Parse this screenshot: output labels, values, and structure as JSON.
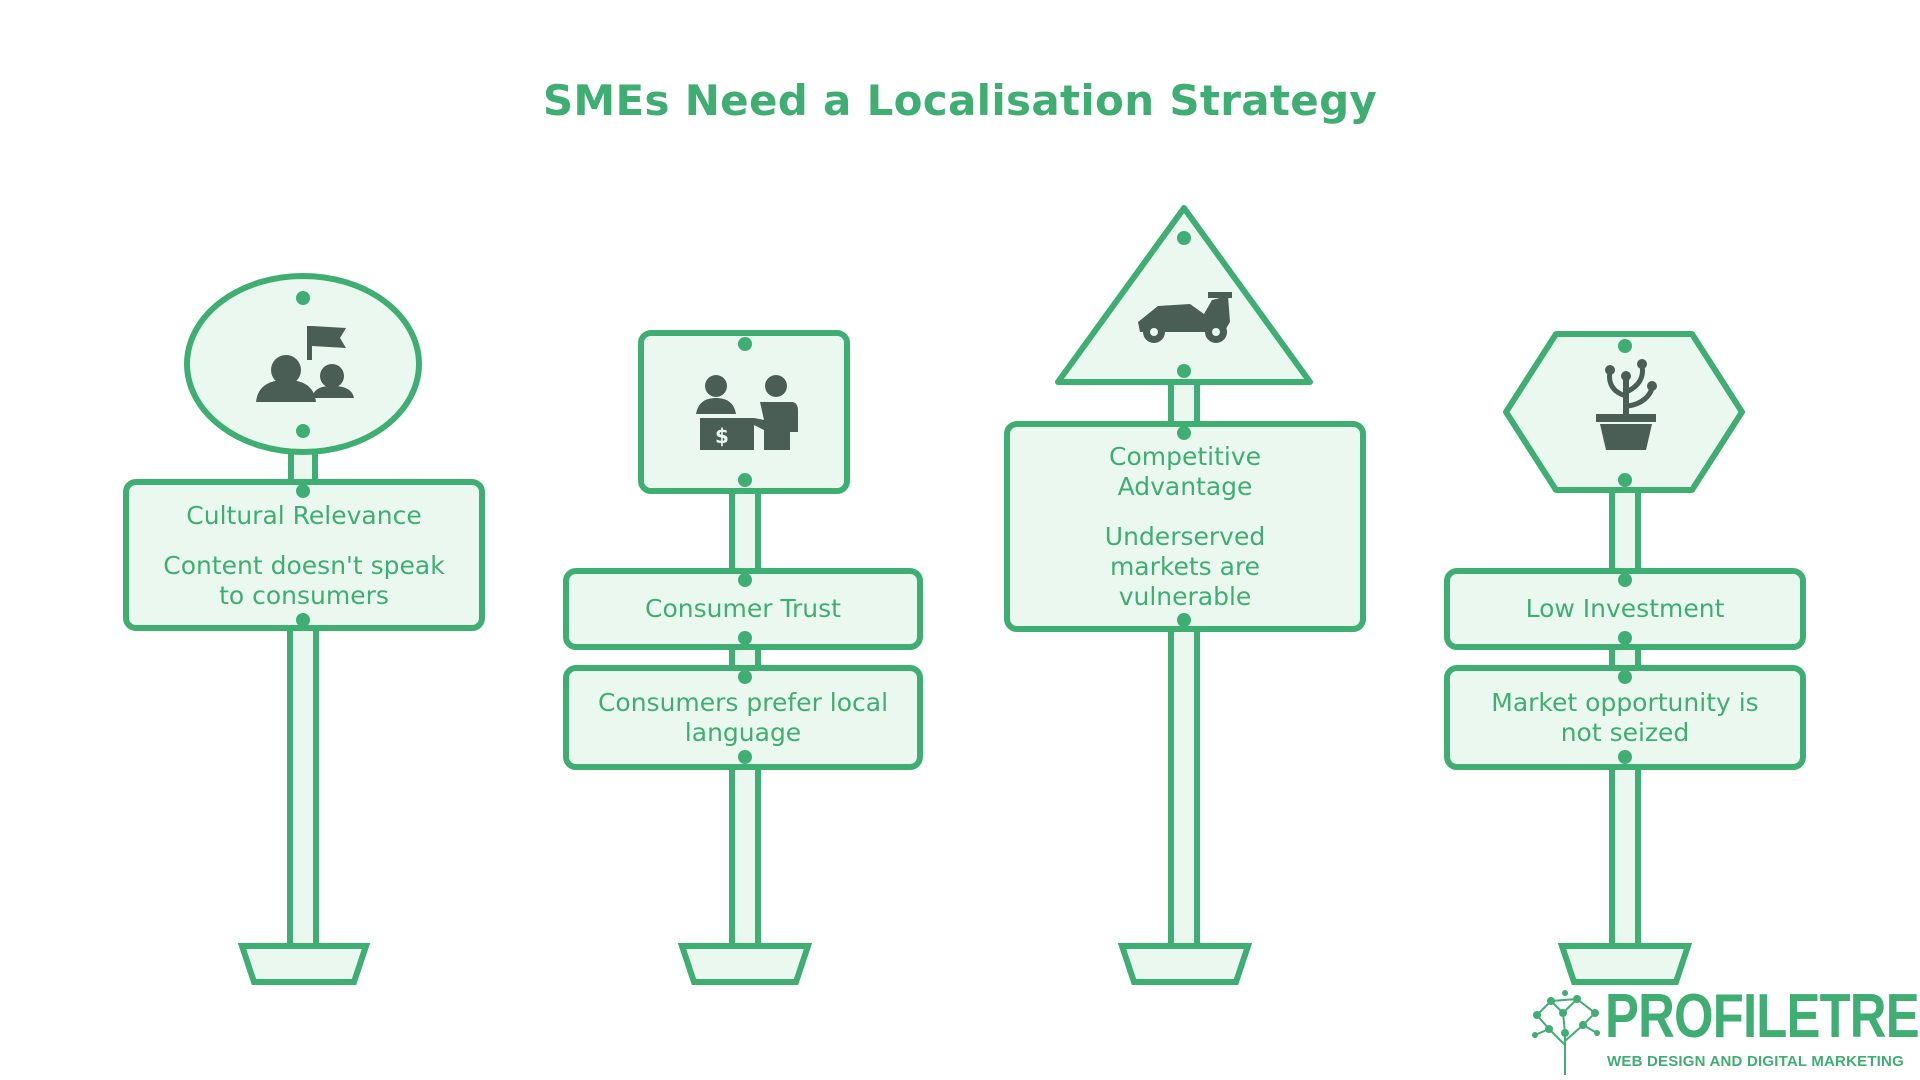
{
  "title": "SMEs Need a Localisation Strategy",
  "signs": [
    {
      "icon": "people-flag-icon",
      "heading": "Cultural Relevance",
      "body": "Content doesn't speak to consumers"
    },
    {
      "icon": "cashier-customer-icon",
      "heading": "Consumer Trust",
      "body": "Consumers prefer local language"
    },
    {
      "icon": "race-car-icon",
      "heading": "Competitive Advantage",
      "body": "Underserved markets are vulnerable"
    },
    {
      "icon": "potted-plant-icon",
      "heading": "Low Investment",
      "body": "Market opportunity is not seized"
    }
  ],
  "logo": {
    "name": "PROFILETREE",
    "tagline": "WEB DESIGN AND DIGITAL MARKETING"
  },
  "colors": {
    "accent": "#3fae72",
    "fill": "#ebf8f0",
    "icon": "#4a5e56"
  }
}
